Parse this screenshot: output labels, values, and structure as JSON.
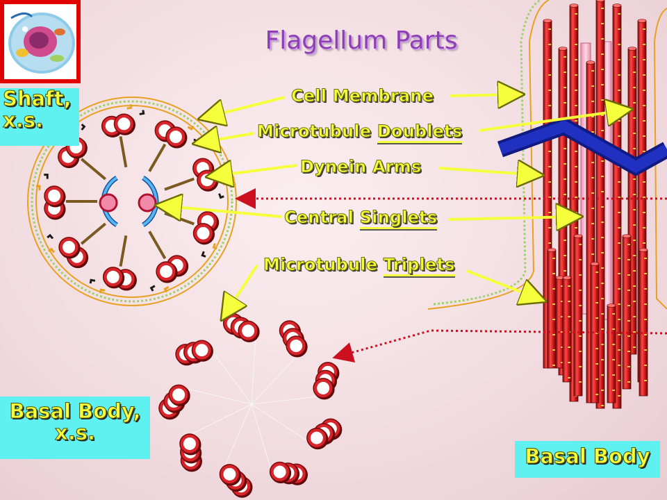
{
  "title": "Flagellum Parts",
  "labels": {
    "cell_membrane": "Cell Membrane",
    "microtubule_prefix": "Microtubule",
    "doublets": "Doublets",
    "dynein_arms": "Dynein Arms",
    "central_prefix": "Central",
    "singlets": "Singlets",
    "triplets": "Triplets"
  },
  "panels": {
    "shaft_line1": "Shaft,",
    "shaft_line2": "x.s.",
    "basal_line1": "Basal Body,",
    "basal_line2": "x.s.",
    "basal_body": "Basal Body"
  },
  "colors": {
    "label_text": "#f6ff3c",
    "panel_bg": "#5ff0f0",
    "title": "#8e3fb5",
    "microtubule_red": "#d8242b",
    "central_pink": "#f08aa8",
    "central_blue": "#3fa6e0",
    "membrane": "#e8a020",
    "dashed_arrow": "#cc1020"
  },
  "icons": {
    "thumbnail": "cell-illustration-icon"
  }
}
